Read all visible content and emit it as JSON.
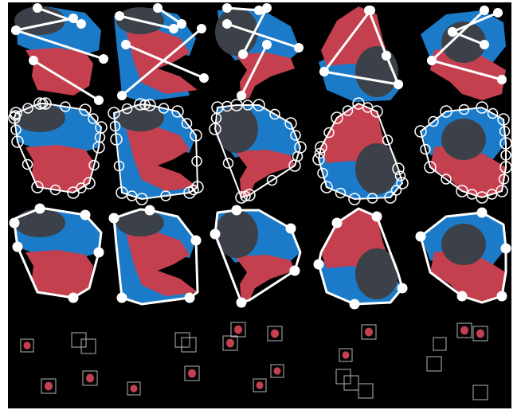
{
  "figure": {
    "colors": {
      "background": "#000000",
      "frame": "#ffffff",
      "blue_region": "#1b7bc9",
      "red_region": "#c4404f",
      "dark_region": "#3c4048",
      "annotation": "#ffffff",
      "crop_box": "#b4b4b4",
      "crop_fill": "#c4404f"
    },
    "rows": [
      {
        "name": "row-1",
        "annotation": "line-segments"
      },
      {
        "name": "row-2",
        "annotation": "convex-hull-open-points"
      },
      {
        "name": "row-3",
        "annotation": "smooth-hull-filled-points"
      },
      {
        "name": "row-4",
        "annotation": "crop-boxes"
      }
    ],
    "columns": 5
  }
}
